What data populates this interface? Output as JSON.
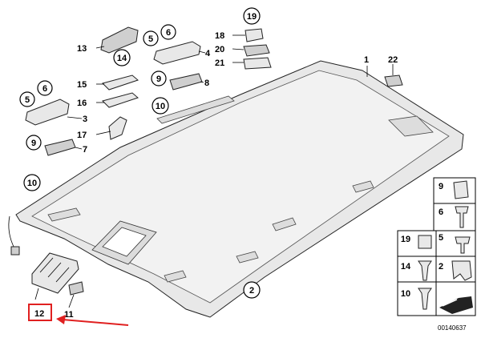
{
  "callouts": {
    "p1": "1",
    "p2": "2",
    "p3": "3",
    "p4": "4",
    "p5a": "5",
    "p5b": "5",
    "p6a": "6",
    "p6b": "6",
    "p7": "7",
    "p8": "8",
    "p9a": "9",
    "p9b": "9",
    "p10a": "10",
    "p10b": "10",
    "p11": "11",
    "p12": "12",
    "p13": "13",
    "p14": "14",
    "p15": "15",
    "p16": "16",
    "p17": "17",
    "p18": "18",
    "p19": "19",
    "p20": "20",
    "p21": "21",
    "p22": "22"
  },
  "legend": {
    "items": [
      "9",
      "6",
      "5",
      "2",
      "19",
      "14",
      "10"
    ],
    "code": "00140637"
  },
  "highlight": {
    "part": "12",
    "color": "#e02020"
  }
}
